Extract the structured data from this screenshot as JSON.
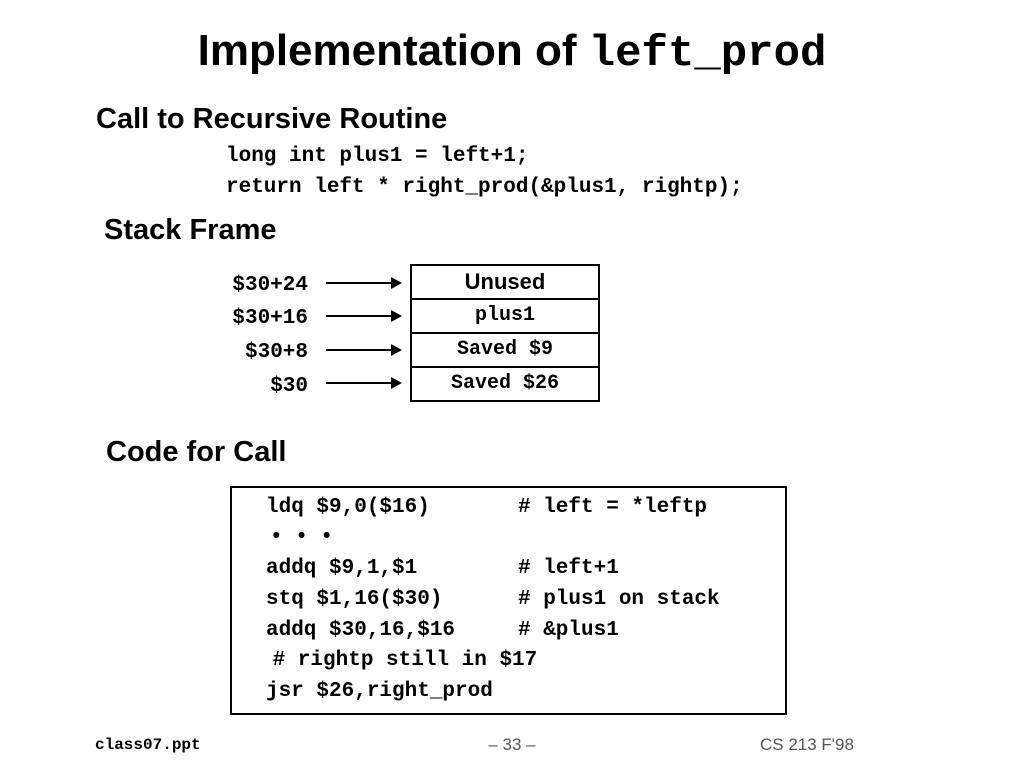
{
  "title": {
    "prefix": "Implementation of ",
    "code": "left_prod"
  },
  "call_section": {
    "heading": "Call to Recursive Routine",
    "lines": [
      "long int plus1 = left+1;",
      "return left * right_prod(&plus1, rightp);"
    ]
  },
  "stack_section": {
    "heading": "Stack Frame",
    "addresses": [
      "$30+24",
      "$30+16",
      "$30+8",
      "$30"
    ],
    "cells": [
      "Unused",
      "plus1",
      "Saved $9",
      "Saved $26"
    ]
  },
  "code_section": {
    "heading": "Code for Call",
    "lines": [
      {
        "code": "ldq $9,0($16)",
        "comment": "# left = *leftp"
      },
      {
        "code": "• • •",
        "comment": ""
      },
      {
        "code": "addq $9,1,$1",
        "comment": "# left+1"
      },
      {
        "code": "stq $1,16($30)",
        "comment": "# plus1 on stack"
      },
      {
        "code": "addq $30,16,$16",
        "comment": "# &plus1"
      },
      {
        "code": " # rightp still in $17",
        "comment": ""
      },
      {
        "code": "jsr $26,right_prod",
        "comment": ""
      }
    ]
  },
  "footer": {
    "left": "class07.ppt",
    "center": "– 33 –",
    "right": "CS 213 F'98"
  }
}
